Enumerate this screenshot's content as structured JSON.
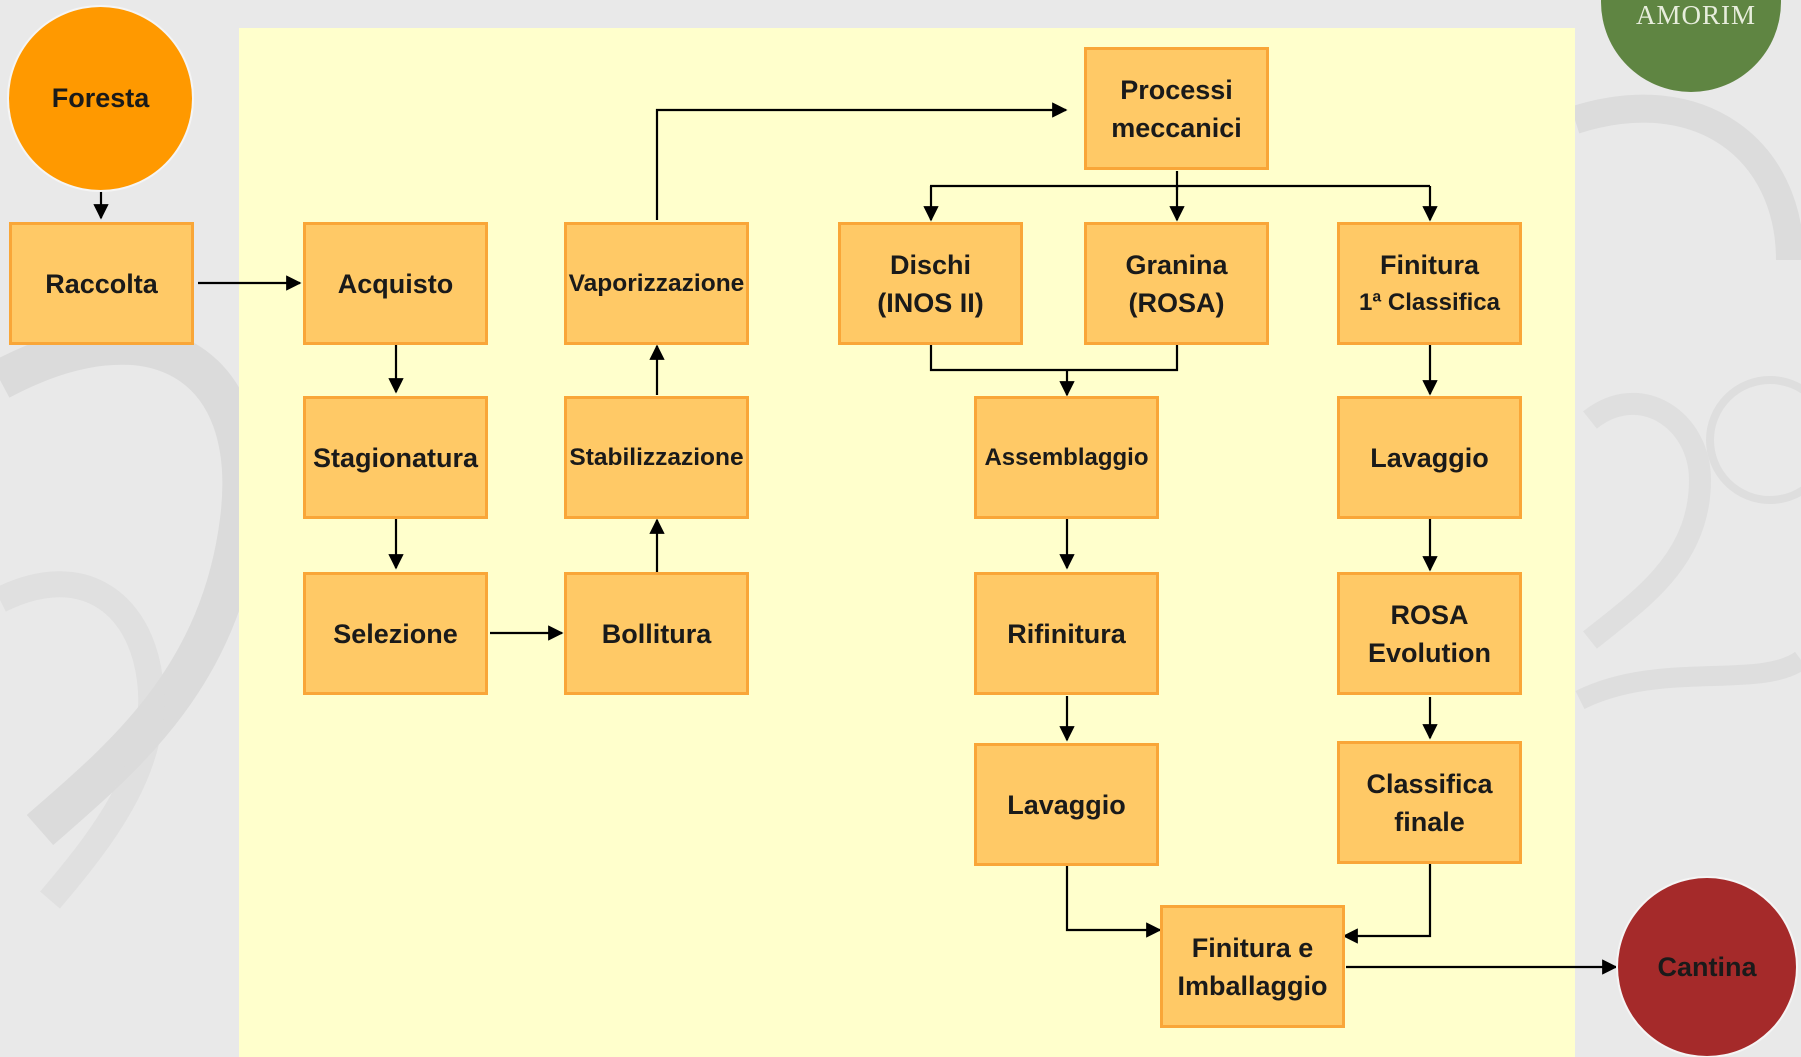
{
  "logo": {
    "text": "AMORIM"
  },
  "start": {
    "label": "Foresta"
  },
  "end": {
    "label": "Cantina"
  },
  "nodes": {
    "raccolta": "Raccolta",
    "acquisto": "Acquisto",
    "stagionatura": "Stagionatura",
    "selezione": "Selezione",
    "bollitura": "Bollitura",
    "stabilizzazione": "Stabilizzazione",
    "vaporizzazione": "Vaporizzazione",
    "processi": [
      "Processi",
      "meccanici"
    ],
    "dischi": [
      "Dischi",
      "(INOS II)"
    ],
    "granina": [
      "Granina",
      "(ROSA)"
    ],
    "finitura1": [
      "Finitura",
      "1ª Classifica"
    ],
    "assemblaggio": "Assemblaggio",
    "rifinitura": "Rifinitura",
    "lavaggio_left": "Lavaggio",
    "lavaggio_right": "Lavaggio",
    "rosa_evolution": [
      "ROSA",
      "Evolution"
    ],
    "classifica_finale": [
      "Classifica",
      "finale"
    ],
    "finitura_imballaggio": [
      "Finitura e",
      "Imballaggio"
    ]
  }
}
